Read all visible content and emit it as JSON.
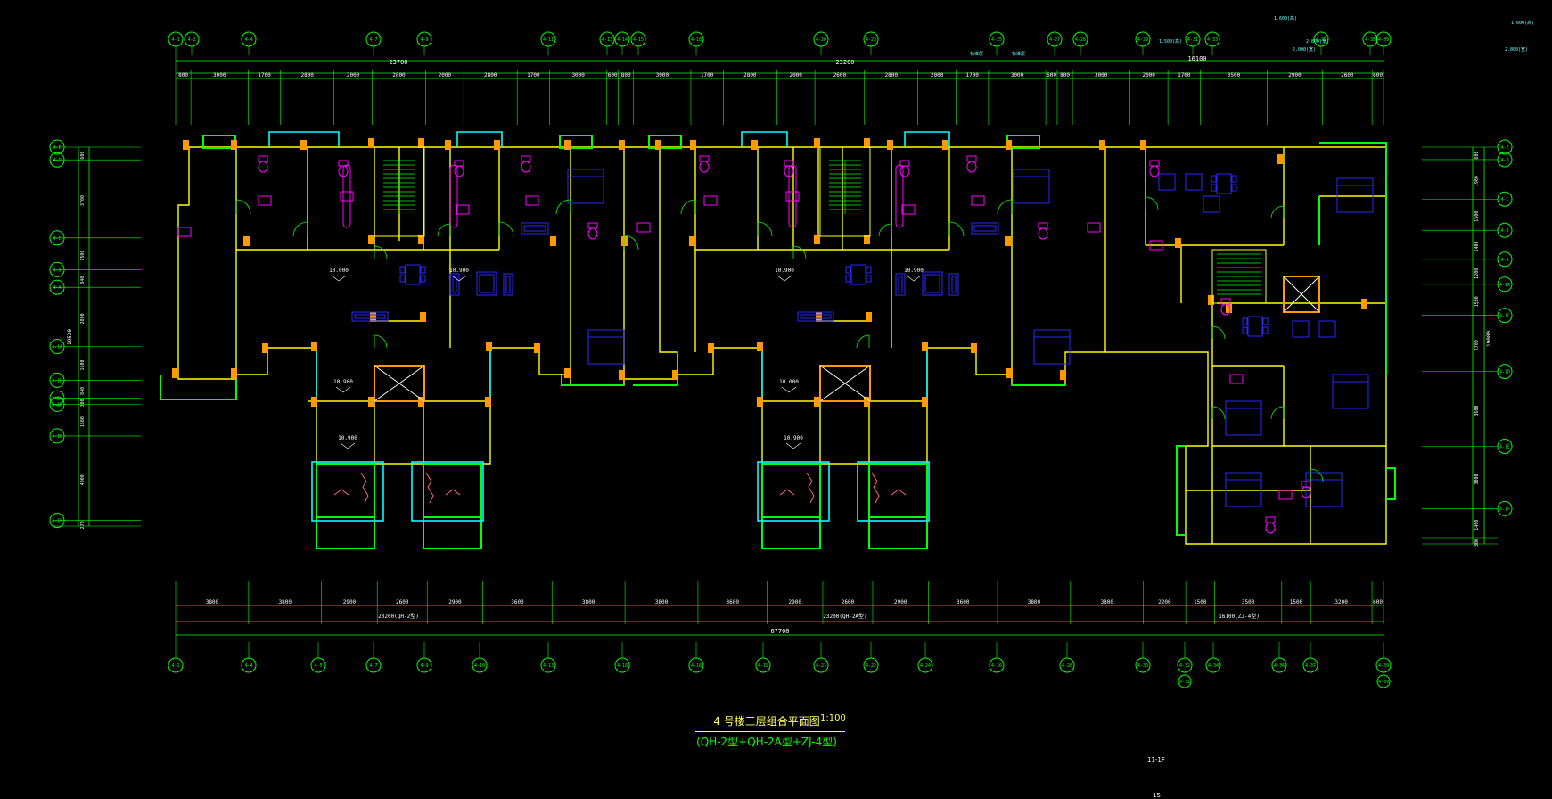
{
  "drawing": {
    "title": "4 号楼三层组合平面图",
    "scale": "1:100",
    "subtitle": "(QH-2型+QH-2A型+ZJ-4型)",
    "sheet_note": "11-1F",
    "corner_note": "15",
    "colors": {
      "background": "#000000",
      "dimension": "#00ff00",
      "walls": "#ffff00",
      "columns": "#ff9900",
      "furniture": "#2a2aff",
      "fixtures": "#ff00ff",
      "glazing": "#00ffff",
      "text": "#ffffff"
    }
  },
  "top_dims": {
    "overall_left": "23700",
    "overall_mid": "23200",
    "overall_right": "16100",
    "segments": [
      "800",
      "3000",
      "1700",
      "2800",
      "2000",
      "2800",
      "2000",
      "2800",
      "1700",
      "3000",
      "600",
      "800",
      "3000",
      "1700",
      "2800",
      "2000",
      "2600",
      "2800",
      "2000",
      "1700",
      "3000",
      "600",
      "800",
      "3000",
      "2000",
      "1700",
      "3500",
      "2900",
      "2600",
      "600"
    ],
    "axes": [
      "4-1",
      "4-2",
      "4-4",
      "4-7",
      "4-9",
      "4-11",
      "4-13",
      "4-14",
      "4-15",
      "4-18",
      "4-20",
      "4-23",
      "4-25",
      "4-27",
      "4-28",
      "4-29",
      "4-31",
      "4-33",
      "4-35",
      "4-38",
      "4-39"
    ]
  },
  "bottom_dims": {
    "overall": "67700",
    "sub_left": "23200(QH-2型)",
    "sub_mid": "23200(QH-2A型)",
    "sub_right": "16100(ZJ-4型)",
    "segments": [
      "3800",
      "3800",
      "2900",
      "2600",
      "2900",
      "3600",
      "3800",
      "3800",
      "3600",
      "2900",
      "2600",
      "2900",
      "3600",
      "3800",
      "3800",
      "2200",
      "1500",
      "3500",
      "1500",
      "3200",
      "600"
    ],
    "axes": [
      "4-1",
      "4-4",
      "4-5",
      "4-7",
      "4-9",
      "4-10",
      "4-13",
      "4-16",
      "4-18",
      "4-19",
      "4-21",
      "4-22",
      "4-24",
      "4-26",
      "4-28",
      "4-30",
      "4-32",
      "4-34",
      "4-36",
      "4-37",
      "4-39"
    ],
    "extra_axes": [
      "4-31",
      "4-39"
    ]
  },
  "left_dims": {
    "overall": "19530",
    "segments": [
      "600",
      "3700",
      "1500",
      "840",
      "2800",
      "1600",
      "840",
      "300",
      "1500",
      "4000",
      "270"
    ],
    "axes": [
      "4-E",
      "4-D",
      "4-C",
      "4-B",
      "4-A",
      "4-1A",
      "4-1B",
      "4-1C",
      "4-1D",
      "4-1E",
      "4-1F"
    ]
  },
  "right_dims": {
    "overall": "19080",
    "segments": [
      "600",
      "1900",
      "1500",
      "1400",
      "1200",
      "1500",
      "2700",
      "3600",
      "3000",
      "1400",
      "300"
    ],
    "axes": [
      "4-E",
      "4-D",
      "4-C",
      "4-B",
      "4-A",
      "4-1A",
      "4-1C",
      "4-1D",
      "4-1E",
      "4-1F"
    ]
  },
  "rooms": {
    "elevations": [
      "10.000",
      "10.900",
      "10.900",
      "10.900",
      "10.900",
      "10.000",
      "10.900",
      "10.900"
    ],
    "notes_top": [
      "1.600(高)",
      "1.600(高)",
      "2.000(宽)",
      "2.800(宽)",
      "标准层",
      "标准层",
      "1.500(高)",
      "2.800(宽)"
    ]
  }
}
